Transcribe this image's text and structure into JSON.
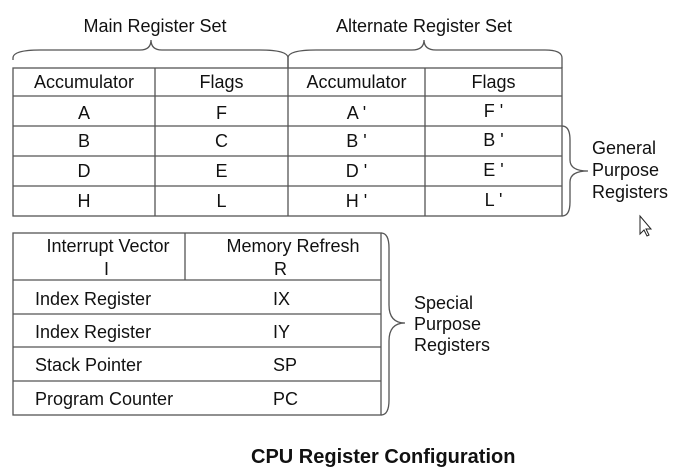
{
  "headers": {
    "main_set": "Main Register Set",
    "alternate_set": "Alternate Register Set"
  },
  "main_table": {
    "columns": [
      "Accumulator",
      "Flags",
      "Accumulator",
      "Flags"
    ],
    "rows": [
      [
        "A",
        "F",
        "A '",
        "F '"
      ],
      [
        "B",
        "C",
        "B '",
        "B '"
      ],
      [
        "D",
        "E",
        "D '",
        "E '"
      ],
      [
        "H",
        "L",
        "H '",
        "L '"
      ]
    ]
  },
  "general_label": [
    "General",
    "Purpose",
    "Registers"
  ],
  "special_table": {
    "first_row": [
      {
        "name": "Interrupt Vector",
        "symbol": "I"
      },
      {
        "name": "Memory Refresh",
        "symbol": "R"
      }
    ],
    "rows": [
      {
        "name": "Index Register",
        "symbol": "IX"
      },
      {
        "name": "Index Register",
        "symbol": "IY"
      },
      {
        "name": "Stack Pointer",
        "symbol": "SP"
      },
      {
        "name": "Program Counter",
        "symbol": "PC"
      }
    ]
  },
  "special_label": [
    "Special",
    "Purpose",
    "Registers"
  ],
  "caption": "CPU Register Configuration",
  "cursor_icon": "mouse-pointer-icon"
}
